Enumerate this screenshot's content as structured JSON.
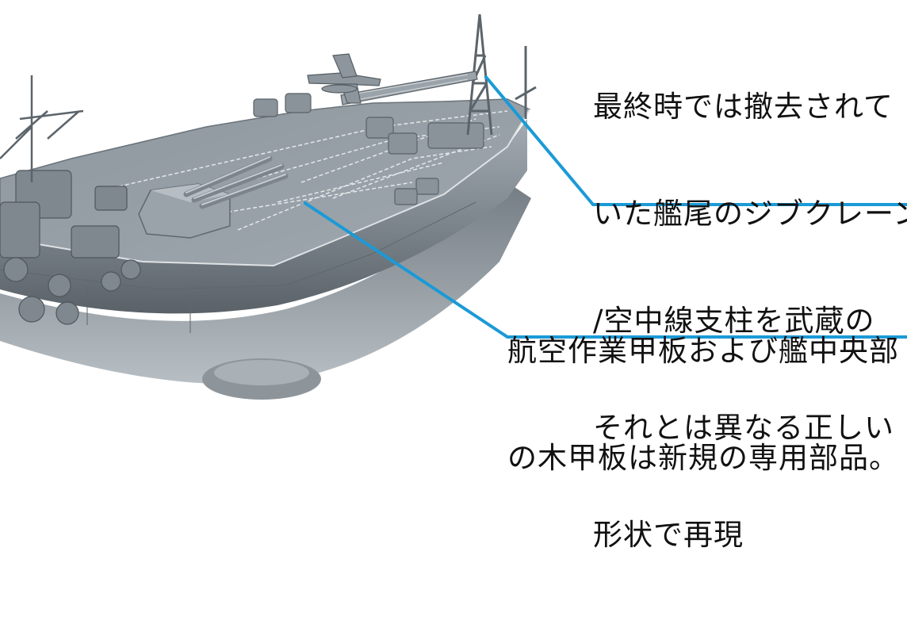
{
  "captions": {
    "top_lines": [
      "最終時では撤去されて",
      "いた艦尾のジブクレーン",
      "/空中線支柱を武蔵の",
      "それとは異なる正しい",
      "形状で再現"
    ],
    "bottom_lines": [
      "航空作業甲板および艦中央部",
      "の木甲板は新規の専用部品。"
    ]
  },
  "colors": {
    "leader_line": "#1b9ad6",
    "hull": "#8c959c",
    "hull_dark": "#5d666d",
    "hull_light": "#b3bbc1",
    "deck_line": "#e6e9eb",
    "background": "#ffffff"
  },
  "icons": [
    "battleship-model-render",
    "floatplane-icon"
  ]
}
